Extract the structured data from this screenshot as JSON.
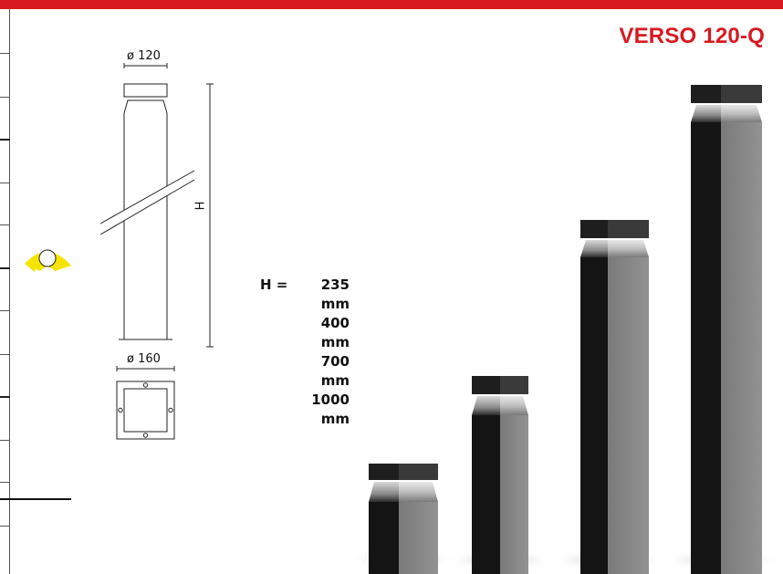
{
  "product": {
    "name": "VERSO 120-Q",
    "accent_color": "#d71920"
  },
  "drawing": {
    "top_diameter": "ø 120",
    "base_diameter": "ø 160",
    "height_symbol": "H"
  },
  "heights": {
    "label": "H =",
    "values": [
      "235 mm",
      "400 mm",
      "700 mm",
      "1000 mm"
    ]
  },
  "icons": {
    "light_emission": "light-beam-icon",
    "beam_color": "#f5e400"
  }
}
